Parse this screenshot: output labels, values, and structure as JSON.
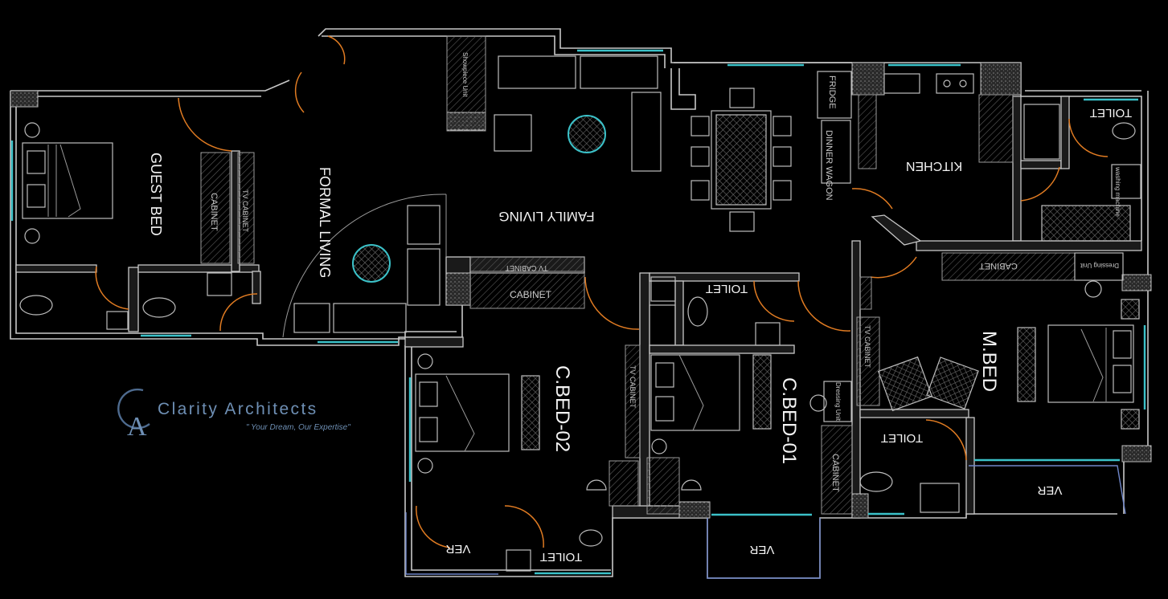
{
  "rooms": {
    "guest_bed": "GUEST BED",
    "formal_living": "FORMAL LIVING",
    "family_living": "FAMILY LIVING",
    "kitchen": "KITCHEN",
    "m_bed": "M.BED",
    "c_bed_01": "C.BED-01",
    "c_bed_02": "C.BED-02",
    "toilet_kitchen": "TOILET",
    "toilet_cbed01": "TOILET",
    "toilet_mbed": "TOILET",
    "toilet_cbed02": "TOILET",
    "ver_cbed02": "VER",
    "ver_cbed01": "VER",
    "ver_mbed": "VER"
  },
  "fixtures": {
    "cabinet_guest": "CABINET",
    "tv_cabinet_guest": "TV CABINET",
    "showpiece_unit": "Showpiece Unit",
    "fridge": "FRIDGE",
    "dinner_wagon": "DINNER WAGON",
    "washing_machine": "washing machine",
    "tv_cabinet_living": "TV CABINET",
    "cabinet_living": "CABINET",
    "cabinet_kitchen": "CABINET",
    "dressing_unit_mbed": "Dressing Unit",
    "tv_cabinet_mbed": "TV CABINET",
    "tv_cabinet_cbed01": "TV CABINET",
    "dressing_unit_cbed01": "Dressing Unit",
    "cabinet_cbed01": "CABINET"
  },
  "brand": {
    "name": "Clarity Architects",
    "tagline": "\" Your Dream, Our Expertise\"",
    "logo_letter": "A"
  },
  "colors": {
    "background": "#000000",
    "wall": "#c8c8c8",
    "window": "#3bc1c8",
    "door": "#e07b22",
    "brand_text": "#6e8fb4"
  }
}
